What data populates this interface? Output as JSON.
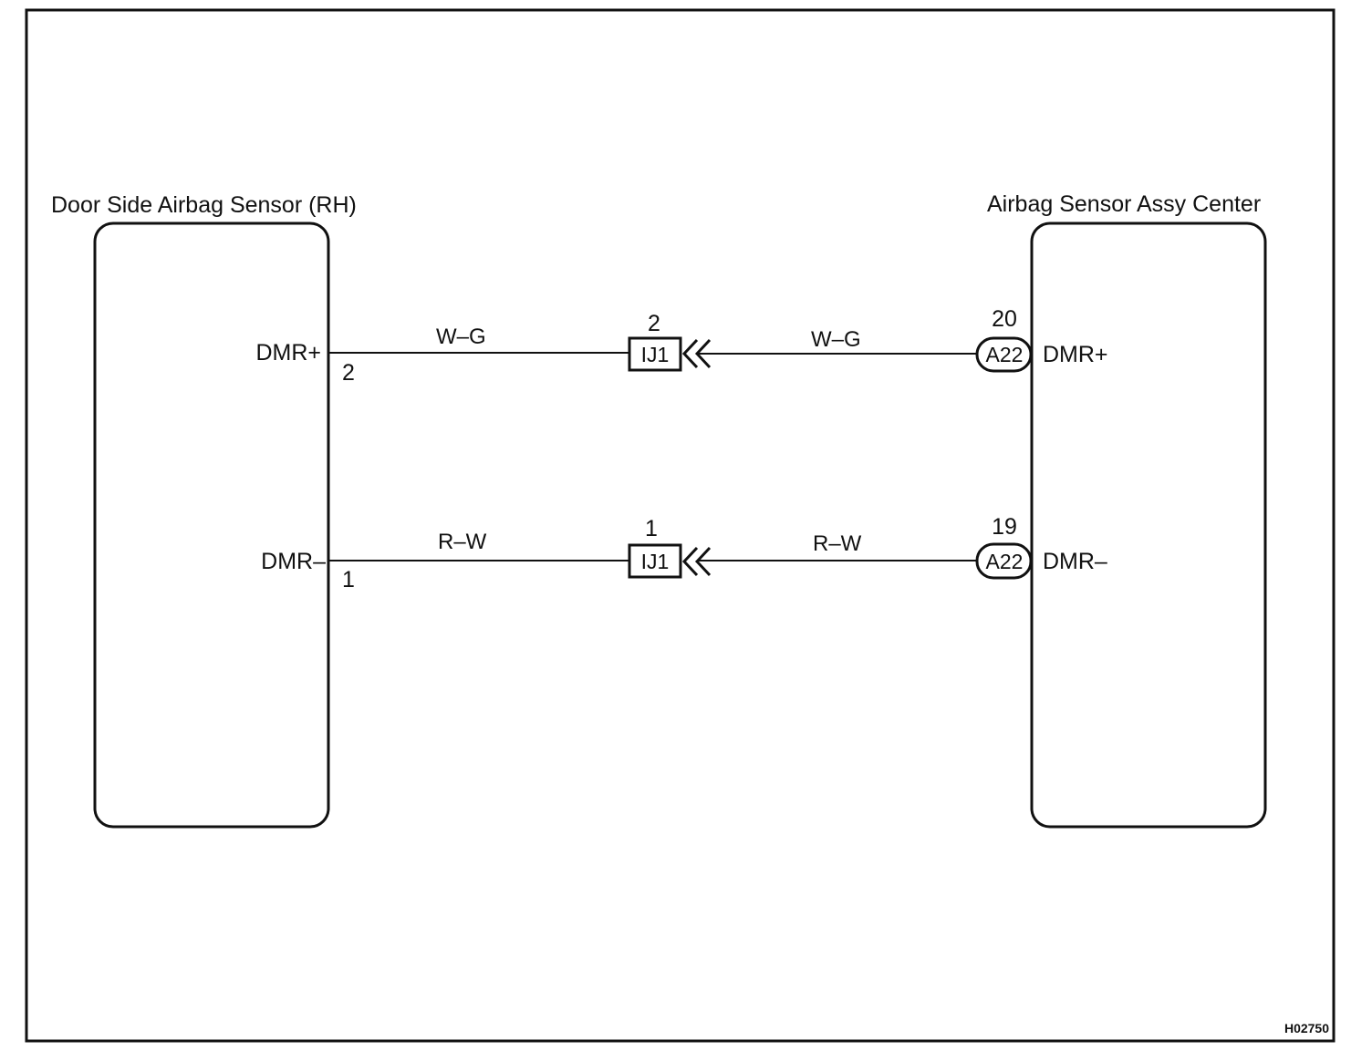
{
  "diagram_code": "H02750",
  "left_component": {
    "title": "Door Side Airbag Sensor (RH)",
    "pin_top_label": "DMR+",
    "pin_top_number": "2",
    "pin_bottom_label": "DMR–",
    "pin_bottom_number": "1"
  },
  "right_component": {
    "title": "Airbag Sensor Assy Center",
    "pin_top_label": "DMR+",
    "pin_top_number": "20",
    "pin_top_connector": "A22",
    "pin_bottom_label": "DMR–",
    "pin_bottom_number": "19",
    "pin_bottom_connector": "A22"
  },
  "wires": [
    {
      "left_color": "W–G",
      "right_color": "W–G",
      "junction_label": "IJ1",
      "junction_pin": "2"
    },
    {
      "left_color": "R–W",
      "right_color": "R–W",
      "junction_label": "IJ1",
      "junction_pin": "1"
    }
  ]
}
